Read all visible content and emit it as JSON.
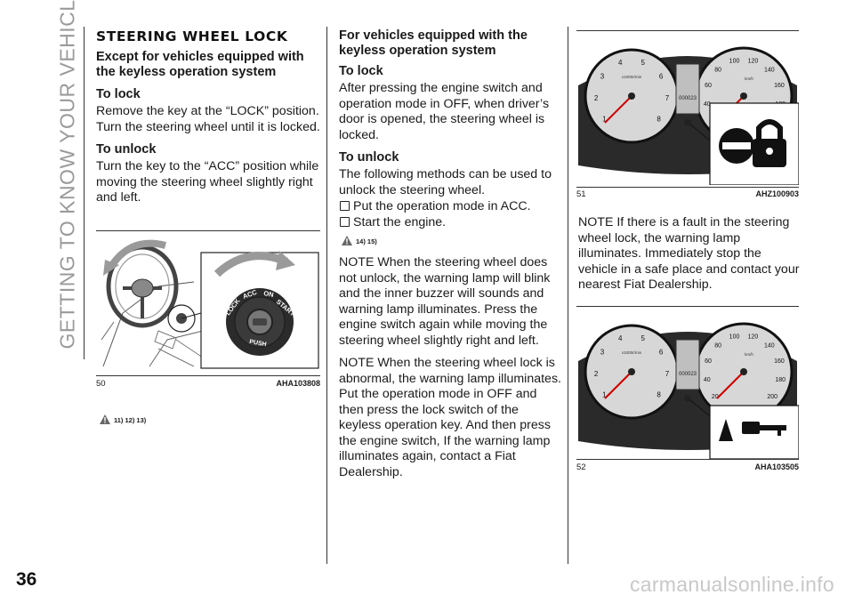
{
  "sidebar": {
    "section_title": "GETTING TO KNOW YOUR VEHICLE"
  },
  "page": {
    "number": "36",
    "watermark": "carmanualsonline.info"
  },
  "col1": {
    "heading": "STEERING WHEEL LOCK",
    "subheading": "Except for vehicles equipped with the keyless operation system",
    "lock_title": "To lock",
    "lock_text": "Remove the key at the “LOCK” position. Turn the steering wheel until it is locked.",
    "unlock_title": "To unlock",
    "unlock_text": "Turn the key to the “ACC” position while moving the steering wheel slightly right and left.",
    "figure": {
      "number": "50",
      "code": "AHA103808",
      "switch_labels": [
        "LOCK",
        "ACC",
        "ON",
        "START"
      ],
      "push_label": "PUSH"
    },
    "refs": "11) 12) 13)"
  },
  "col2": {
    "subheading": "For vehicles equipped with the keyless operation system",
    "lock_title": "To lock",
    "lock_text": "After pressing the engine switch and operation mode in OFF, when driver’s door is opened, the steering wheel is locked.",
    "unlock_title": "To unlock",
    "unlock_text": "The following methods can be used to unlock the steering wheel.",
    "bullets": [
      "Put the operation mode in ACC.",
      "Start the engine."
    ],
    "refs": "14) 15)",
    "note1": "NOTE  When the steering wheel does not unlock, the warning lamp will blink and the inner buzzer will sounds and warning lamp illuminates. Press the engine switch again while moving the steering wheel slightly right and left.",
    "note2": "NOTE  When the steering wheel lock is abnormal, the warning lamp illuminates. Put the operation mode in OFF and then press the lock switch of the keyless operation key. And then press the engine switch, If the warning lamp illuminates again, contact a Fiat Dealership."
  },
  "col3": {
    "figure51": {
      "number": "51",
      "code": "AHZ100903"
    },
    "note": "NOTE  If there is a fault in the steering wheel lock, the warning lamp illuminates. Immediately stop the vehicle in a safe place and contact your nearest Fiat Dealership.",
    "figure52": {
      "number": "52",
      "code": "AHA103505"
    },
    "gauge": {
      "tach_ticks": [
        "1",
        "2",
        "3",
        "4",
        "5",
        "6",
        "7",
        "8"
      ],
      "tach_unit": "x1000r/min",
      "speed_ticks": [
        "20",
        "40",
        "60",
        "80",
        "100",
        "120",
        "140",
        "160",
        "180",
        "200"
      ],
      "speed_unit": "km/h",
      "odometer": "000023"
    }
  },
  "colors": {
    "accent_gray": "#9a9a9a",
    "gauge_dark": "#2a2a2a",
    "gauge_face": "#d7d7d7"
  }
}
